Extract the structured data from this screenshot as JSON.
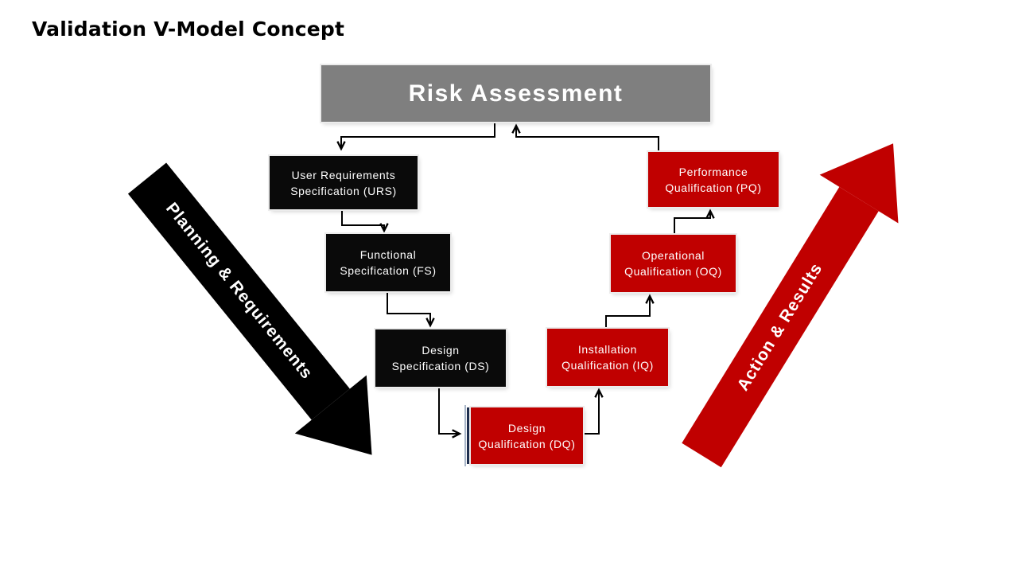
{
  "title": "Validation V-Model Concept",
  "top_box": {
    "label": "Risk Assessment"
  },
  "planning_arrow": {
    "label": "Planning & Requirements"
  },
  "action_arrow": {
    "label": "Action & Results"
  },
  "left_branch": [
    {
      "id": "urs",
      "line1": "User Requirements",
      "line2": "Specification (URS)"
    },
    {
      "id": "fs",
      "line1": "Functional",
      "line2": "Specification (FS)"
    },
    {
      "id": "ds",
      "line1": "Design",
      "line2": "Specification (DS)"
    }
  ],
  "right_branch": [
    {
      "id": "dq",
      "line1": "Design",
      "line2": "Qualification (DQ)"
    },
    {
      "id": "iq",
      "line1": "Installation",
      "line2": "Qualification (IQ)"
    },
    {
      "id": "oq",
      "line1": "Operational",
      "line2": "Qualification (OQ)"
    },
    {
      "id": "pq",
      "line1": "Performance",
      "line2": "Qualification (PQ)"
    }
  ],
  "flow": [
    {
      "from": "Risk Assessment",
      "to": "User Requirements Specification (URS)"
    },
    {
      "from": "User Requirements Specification (URS)",
      "to": "Functional Specification (FS)"
    },
    {
      "from": "Functional Specification (FS)",
      "to": "Design Specification (DS)"
    },
    {
      "from": "Design Specification (DS)",
      "to": "Design Qualification (DQ)"
    },
    {
      "from": "Design Qualification (DQ)",
      "to": "Installation Qualification (IQ)"
    },
    {
      "from": "Installation Qualification (IQ)",
      "to": "Operational Qualification (OQ)"
    },
    {
      "from": "Operational Qualification (OQ)",
      "to": "Performance Qualification (PQ)"
    },
    {
      "from": "Performance Qualification (PQ)",
      "to": "Risk Assessment"
    }
  ],
  "colors": {
    "black_phase": "#000000",
    "red_phase": "#C00000",
    "gray_top": "#7F7F7F",
    "text_on_fill": "#FFFFFF",
    "connector": "#000000",
    "background": "#FFFFFF"
  }
}
